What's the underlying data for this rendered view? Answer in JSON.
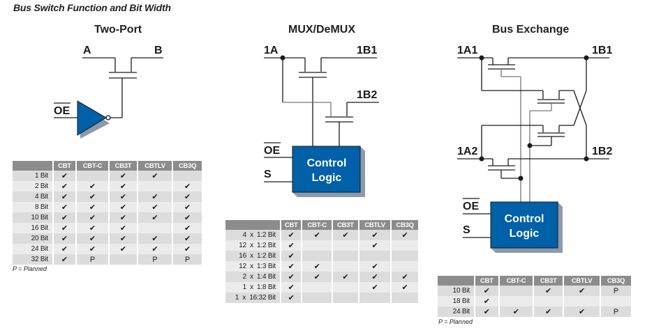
{
  "page": {
    "title": "Bus Switch Function and Bit Width",
    "planned_note": "P = Planned"
  },
  "colors": {
    "control_blue": "#0060a8",
    "shadow_gray": "#8a9aac",
    "table_header": "#8c8c8c",
    "row_light": "#ebebeb",
    "row_dark": "#dcdcdc"
  },
  "symbols": {
    "check": "✔",
    "planned": "P"
  },
  "two_port": {
    "title": "Two-Port",
    "labels": {
      "a": "A",
      "b": "B",
      "oe": "OE"
    },
    "table": {
      "columns": [
        "",
        "CBT",
        "CBT-C",
        "CB3T",
        "CBTLV",
        "CB3Q"
      ],
      "rows": [
        [
          "1 Bit",
          "✔",
          "",
          "✔",
          "✔",
          ""
        ],
        [
          "2 Bit",
          "✔",
          "✔",
          "✔",
          "",
          "✔"
        ],
        [
          "4 Bit",
          "✔",
          "✔",
          "✔",
          "✔",
          "✔"
        ],
        [
          "8 Bit",
          "✔",
          "✔",
          "✔",
          "✔",
          "✔"
        ],
        [
          "10 Bit",
          "✔",
          "✔",
          "✔",
          "✔",
          "✔"
        ],
        [
          "16 Bit",
          "✔",
          "✔",
          "✔",
          "",
          "✔"
        ],
        [
          "20 Bit",
          "✔",
          "✔",
          "✔",
          "✔",
          "✔"
        ],
        [
          "24 Bit",
          "✔",
          "✔",
          "✔",
          "✔",
          "✔"
        ],
        [
          "32 Bit",
          "✔",
          "P",
          "",
          "P",
          "P"
        ]
      ]
    }
  },
  "mux_demux": {
    "title": "MUX/DeMUX",
    "labels": {
      "a": "1A",
      "b1": "1B1",
      "b2": "1B2",
      "oe": "OE",
      "s": "S",
      "control1": "Control",
      "control2": "Logic"
    },
    "table": {
      "columns": [
        "",
        "CBT",
        "CBT-C",
        "CB3T",
        "CBTLV",
        "CB3Q"
      ],
      "rows": [
        [
          "4  x  1:2 Bit",
          "✔",
          "✔",
          "✔",
          "✔",
          "✔"
        ],
        [
          "12  x  1:2 Bit",
          "✔",
          "",
          "",
          "✔",
          ""
        ],
        [
          "16  x  1:2 Bit",
          "✔",
          "",
          "",
          "",
          ""
        ],
        [
          "12  x  1:3 Bit",
          "✔",
          "✔",
          "",
          "✔",
          ""
        ],
        [
          "2  x  1:4 Bit",
          "✔",
          "✔",
          "✔",
          "✔",
          "✔"
        ],
        [
          "1  x  1:8 Bit",
          "✔",
          "",
          "",
          "✔",
          "✔"
        ],
        [
          "1  x  16:32 Bit",
          "✔",
          "",
          "",
          "",
          ""
        ]
      ]
    }
  },
  "bus_exchange": {
    "title": "Bus Exchange",
    "labels": {
      "a1": "1A1",
      "b1": "1B1",
      "a2": "1A2",
      "b2": "1B2",
      "oe": "OE",
      "s": "S",
      "control1": "Control",
      "control2": "Logic"
    },
    "table": {
      "columns": [
        "",
        "CBT",
        "CBT-C",
        "CB3T",
        "CBTLV",
        "CB3Q"
      ],
      "rows": [
        [
          "10 Bit",
          "✔",
          "",
          "✔",
          "✔",
          "P"
        ],
        [
          "18 Bit",
          "✔",
          "",
          "",
          "",
          ""
        ],
        [
          "24 Bit",
          "✔",
          "✔",
          "✔",
          "✔",
          "P"
        ]
      ]
    }
  }
}
